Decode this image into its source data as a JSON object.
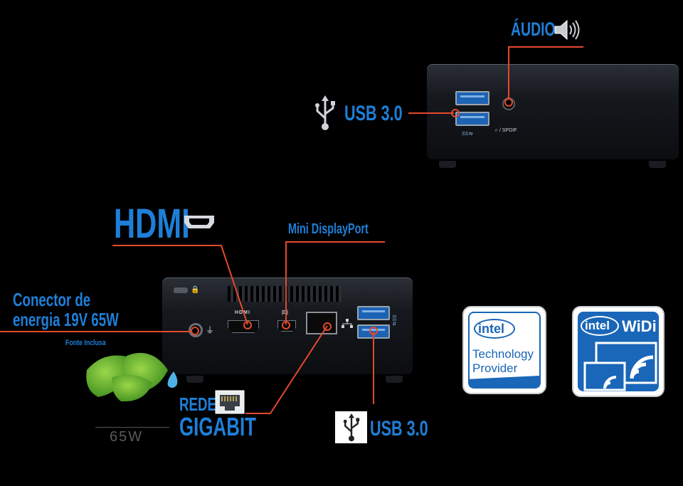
{
  "labels": {
    "audio": "ÁUDIO",
    "usb_top": "USB 3.0",
    "hdmi": "HDMI",
    "mini_displayport": "Mini DisplayPort",
    "power_line1": "Conector de",
    "power_line2": "energia 19V 65W",
    "power_note": "Fonte Inclusa",
    "rede": "REDE",
    "gigabit": "GIGABIT",
    "usb_bottom": "USB 3.0"
  },
  "device_text": {
    "audio_port": "/ SPDIF",
    "hdmi_port": "HDMI",
    "watt": "65W"
  },
  "badges": {
    "tech_brand": "intel",
    "tech_line1": "Technology",
    "tech_line2": "Provider",
    "widi_brand": "intel",
    "widi_name": "WiDi"
  },
  "colors": {
    "label_blue": "#1e7fd8",
    "callout_red": "#e4492d",
    "usb_blue": "#1d63b4",
    "intel_blue": "#1a66b8",
    "leaf_green": "#4aa12c"
  },
  "icons": [
    "speaker-icon",
    "usb-icon",
    "hdmi-port-icon",
    "ethernet-icon",
    "leaf-icon",
    "lock-icon"
  ]
}
